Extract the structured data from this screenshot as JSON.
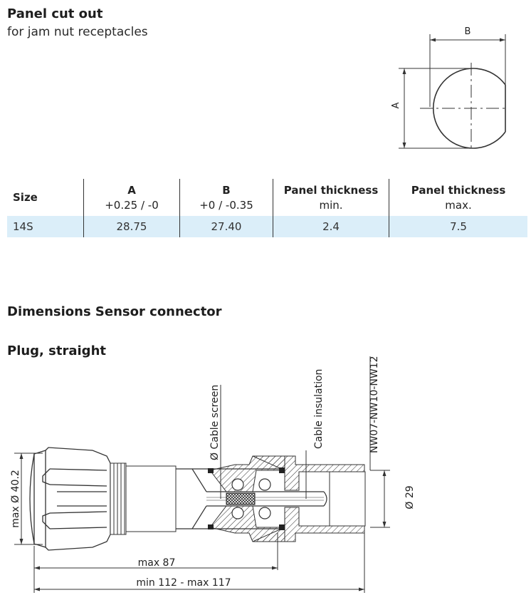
{
  "panel": {
    "title": "Panel cut out",
    "subtitle": "for jam nut receptacles",
    "diagram_labels": {
      "a": "A",
      "b": "B"
    }
  },
  "table": {
    "headers": [
      {
        "main": "Size",
        "sub": ""
      },
      {
        "main": "A",
        "sub": "+0.25 / -0"
      },
      {
        "main": "B",
        "sub": "+0 / -0.35"
      },
      {
        "main": "Panel thickness",
        "sub": "min."
      },
      {
        "main": "Panel thickness",
        "sub": "max."
      }
    ],
    "rows": [
      [
        "14S",
        "28.75",
        "27.40",
        "2.4",
        "7.5"
      ]
    ]
  },
  "sensor": {
    "title": "Dimensions Sensor connector",
    "plug_title": "Plug, straight",
    "labels": {
      "cable_screen": "Ø Cable screen",
      "cable_insulation": "Cable insulation",
      "nw": "NW07-NW10-NW12",
      "max_dia": "max Ø 40.2",
      "dia29": "Ø 29",
      "max87": "max 87",
      "overall": "min 112 - max 117"
    }
  }
}
